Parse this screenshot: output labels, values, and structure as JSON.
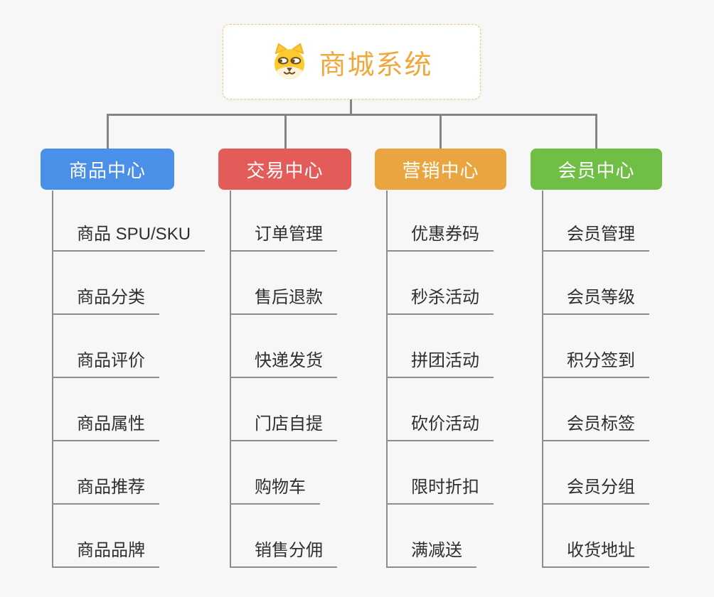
{
  "root": {
    "title": "商城系统",
    "icon": "doge-icon"
  },
  "branches": [
    {
      "label": "商品中心",
      "color": "#4A8FE8",
      "items": [
        "商品 SPU/SKU",
        "商品分类",
        "商品评价",
        "商品属性",
        "商品推荐",
        "商品品牌"
      ]
    },
    {
      "label": "交易中心",
      "color": "#E45C5A",
      "items": [
        "订单管理",
        "售后退款",
        "快递发货",
        "门店自提",
        "购物车",
        "销售分佣"
      ]
    },
    {
      "label": "营销中心",
      "color": "#E9A640",
      "items": [
        "优惠券码",
        "秒杀活动",
        "拼团活动",
        "砍价活动",
        "限时折扣",
        "满减送"
      ]
    },
    {
      "label": "会员中心",
      "color": "#6FBE45",
      "items": [
        "会员管理",
        "会员等级",
        "积分签到",
        "会员标签",
        "会员分组",
        "收货地址"
      ]
    }
  ],
  "colors": {
    "background": "#F7F7F8",
    "connector_line": "#858585",
    "leaf_line": "#8D8D90",
    "leaf_text": "#2F2F33",
    "root_title": "#F0A83E",
    "root_border_dashed": "#F3C577"
  }
}
